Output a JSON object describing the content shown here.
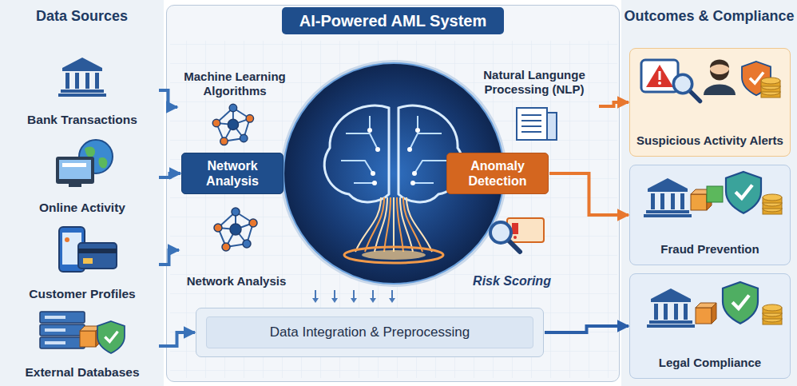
{
  "diagram": {
    "nodes": [
      {
        "text": [
          "Data Sources"
        ]
      },
      {
        "text": [
          "Bank Transactions"
        ],
        "in": 0
      },
      {
        "text": [
          "Online Activity"
        ],
        "in": 0
      },
      {
        "text": [
          "Customer Profiles"
        ],
        "in": 0
      },
      {
        "text": [
          "External Databases"
        ],
        "in": 0
      },
      {
        "text": [
          "AI-Powered AML System"
        ]
      },
      {
        "text": [
          "Machine Learning Algorithms"
        ],
        "in": 5
      },
      {
        "text": [
          "Natural Langunge Processing (NLP)"
        ],
        "in": 5
      },
      {
        "text": [
          "Network Analysis"
        ],
        "in": 5
      },
      {
        "text": [
          "Anomaly Detection"
        ],
        "in": 5
      },
      {
        "text": [
          "Network Analysis"
        ],
        "in": 5
      },
      {
        "text": [
          "Risk Scoring"
        ],
        "in": 5
      },
      {
        "text": [
          "Data Integration & Preprocessing"
        ],
        "in": 5
      },
      {
        "text": [
          "Outcomes & Compliance"
        ]
      },
      {
        "text": [
          "Suspicious Activity Alerts"
        ],
        "in": 13
      },
      {
        "text": [
          "Fraud Prevention"
        ],
        "in": 13
      },
      {
        "text": [
          "Legal Compliance"
        ],
        "in": 13
      }
    ],
    "edges": [
      {
        "from": 1,
        "to": 6,
        "arrow": "to"
      },
      {
        "from": 2,
        "to": 8,
        "arrow": "to"
      },
      {
        "from": 3,
        "to": 10,
        "arrow": "to"
      },
      {
        "from": 4,
        "to": 12,
        "arrow": "to"
      },
      {
        "from": 7,
        "to": 14,
        "arrow": "to"
      },
      {
        "from": 9,
        "to": 15,
        "arrow": "to"
      },
      {
        "from": 12,
        "to": 16,
        "arrow": "to"
      }
    ]
  }
}
